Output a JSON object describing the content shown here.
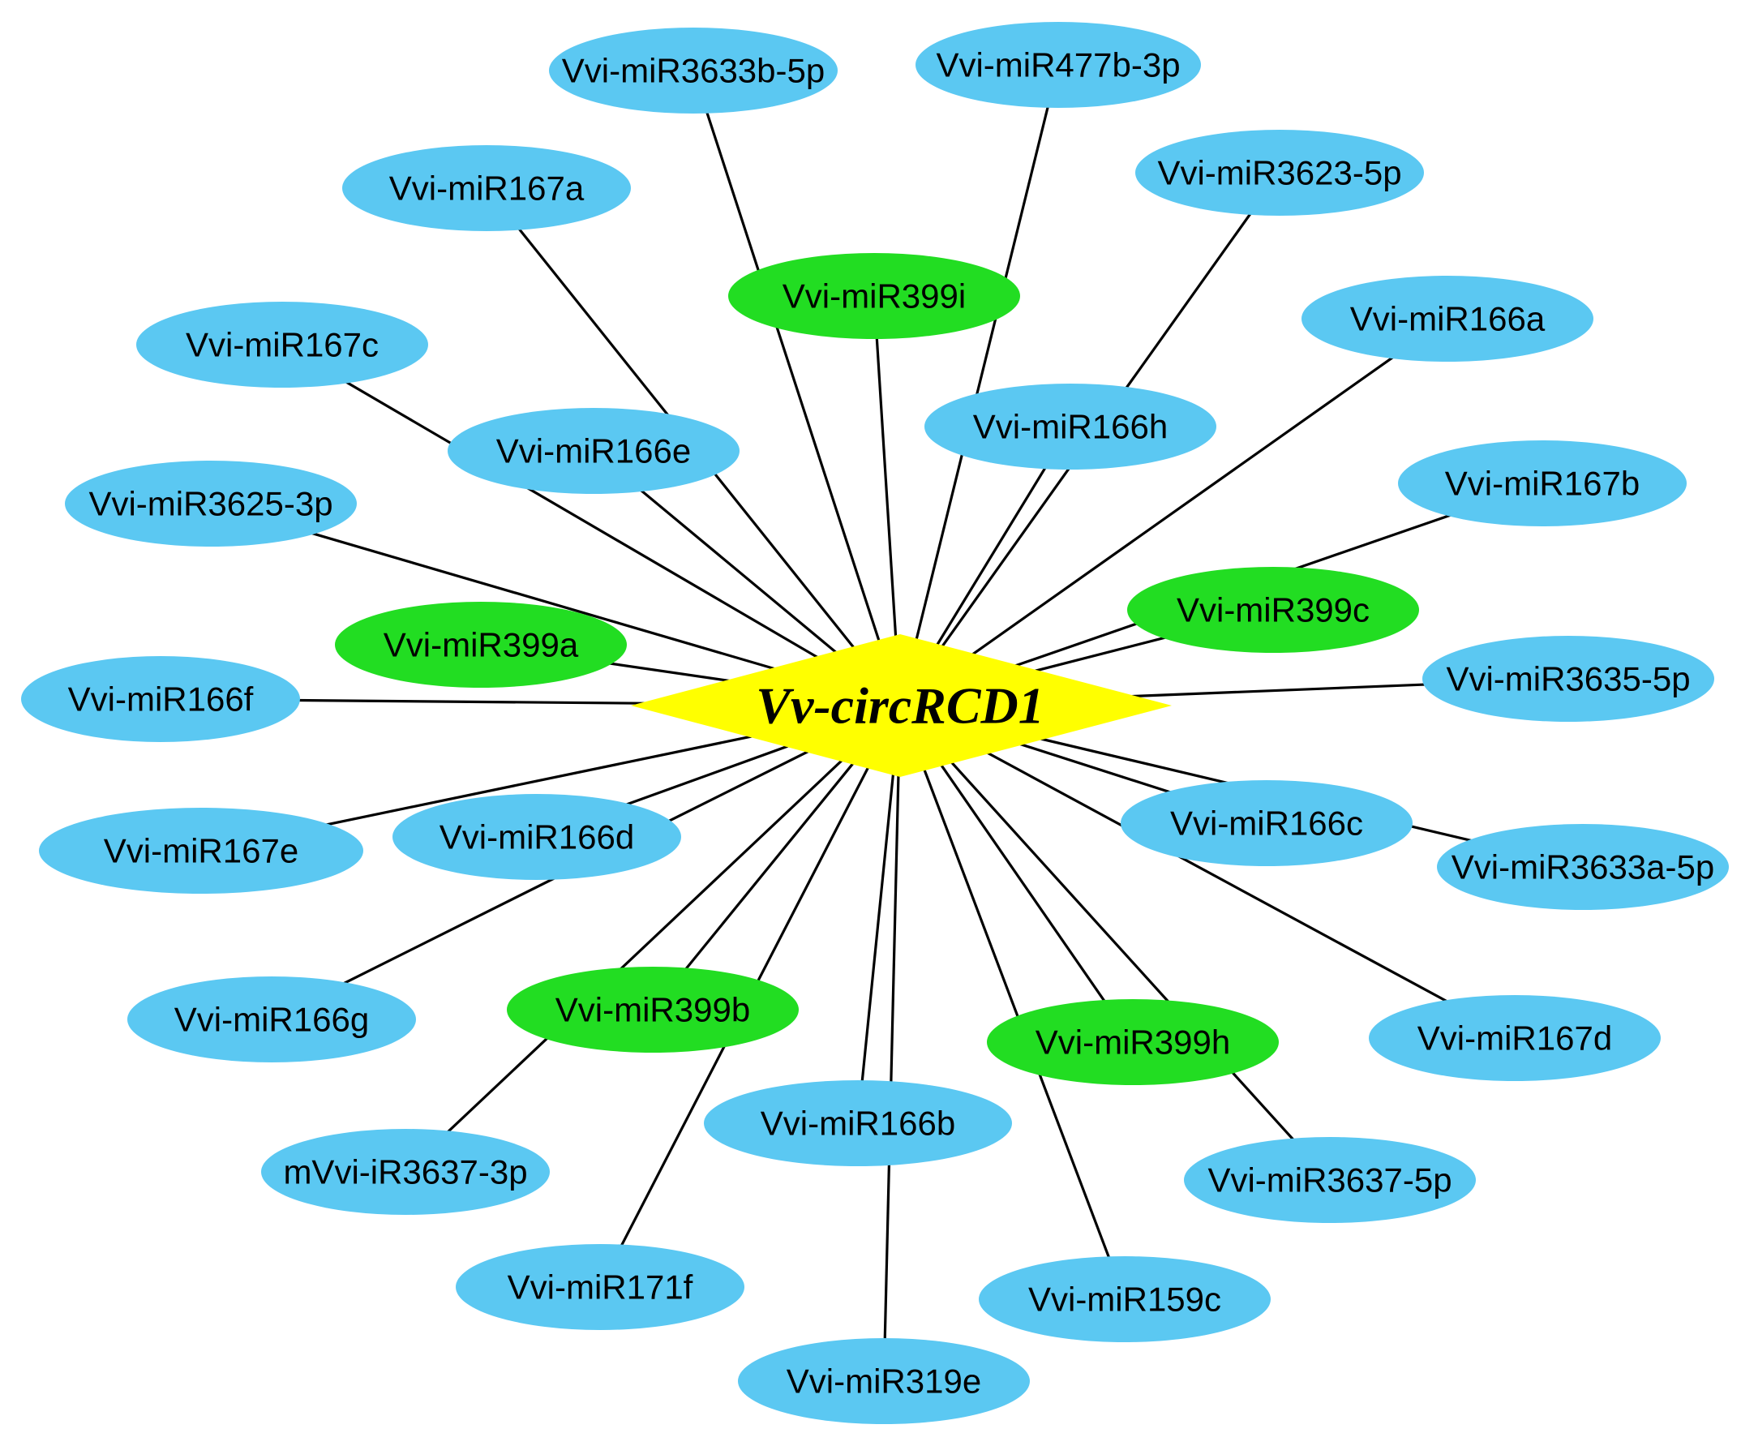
{
  "colors": {
    "hub": "#ffff00",
    "mirna": "#5bc8f2",
    "mirna399": "#22dd22",
    "edge": "#000000",
    "background": "#ffffff"
  },
  "hub": {
    "label": "Vv-circRCD1"
  },
  "nodes": [
    {
      "id": "n1",
      "label": "Vvi-miR3633b-5p",
      "group": "mirna"
    },
    {
      "id": "n2",
      "label": "Vvi-miR477b-3p",
      "group": "mirna"
    },
    {
      "id": "n3",
      "label": "Vvi-miR167a",
      "group": "mirna"
    },
    {
      "id": "n4",
      "label": "Vvi-miR3623-5p",
      "group": "mirna"
    },
    {
      "id": "n5",
      "label": "Vvi-miR399i",
      "group": "mirna399"
    },
    {
      "id": "n6",
      "label": "Vvi-miR167c",
      "group": "mirna"
    },
    {
      "id": "n7",
      "label": "Vvi-miR166a",
      "group": "mirna"
    },
    {
      "id": "n8",
      "label": "Vvi-miR166h",
      "group": "mirna"
    },
    {
      "id": "n9",
      "label": "Vvi-miR166e",
      "group": "mirna"
    },
    {
      "id": "n10",
      "label": "Vvi-miR167b",
      "group": "mirna"
    },
    {
      "id": "n11",
      "label": "Vvi-miR3625-3p",
      "group": "mirna"
    },
    {
      "id": "n12",
      "label": "Vvi-miR399c",
      "group": "mirna399"
    },
    {
      "id": "n13",
      "label": "Vvi-miR399a",
      "group": "mirna399"
    },
    {
      "id": "n14",
      "label": "Vvi-miR3635-5p",
      "group": "mirna"
    },
    {
      "id": "n15",
      "label": "Vvi-miR166f",
      "group": "mirna"
    },
    {
      "id": "n16",
      "label": "Vvi-miR166c",
      "group": "mirna"
    },
    {
      "id": "n17",
      "label": "Vvi-miR167e",
      "group": "mirna"
    },
    {
      "id": "n18",
      "label": "Vvi-miR166d",
      "group": "mirna"
    },
    {
      "id": "n19",
      "label": "Vvi-miR3633a-5p",
      "group": "mirna"
    },
    {
      "id": "n20",
      "label": "Vvi-miR166g",
      "group": "mirna"
    },
    {
      "id": "n21",
      "label": "Vvi-miR399b",
      "group": "mirna399"
    },
    {
      "id": "n22",
      "label": "Vvi-miR167d",
      "group": "mirna"
    },
    {
      "id": "n23",
      "label": "Vvi-miR399h",
      "group": "mirna399"
    },
    {
      "id": "n24",
      "label": "Vvi-miR166b",
      "group": "mirna"
    },
    {
      "id": "n25",
      "label": "mVvi-iR3637-3p",
      "group": "mirna"
    },
    {
      "id": "n26",
      "label": "Vvi-miR3637-5p",
      "group": "mirna"
    },
    {
      "id": "n27",
      "label": "Vvi-miR171f",
      "group": "mirna"
    },
    {
      "id": "n28",
      "label": "Vvi-miR159c",
      "group": "mirna"
    },
    {
      "id": "n29",
      "label": "Vvi-miR319e",
      "group": "mirna"
    }
  ]
}
